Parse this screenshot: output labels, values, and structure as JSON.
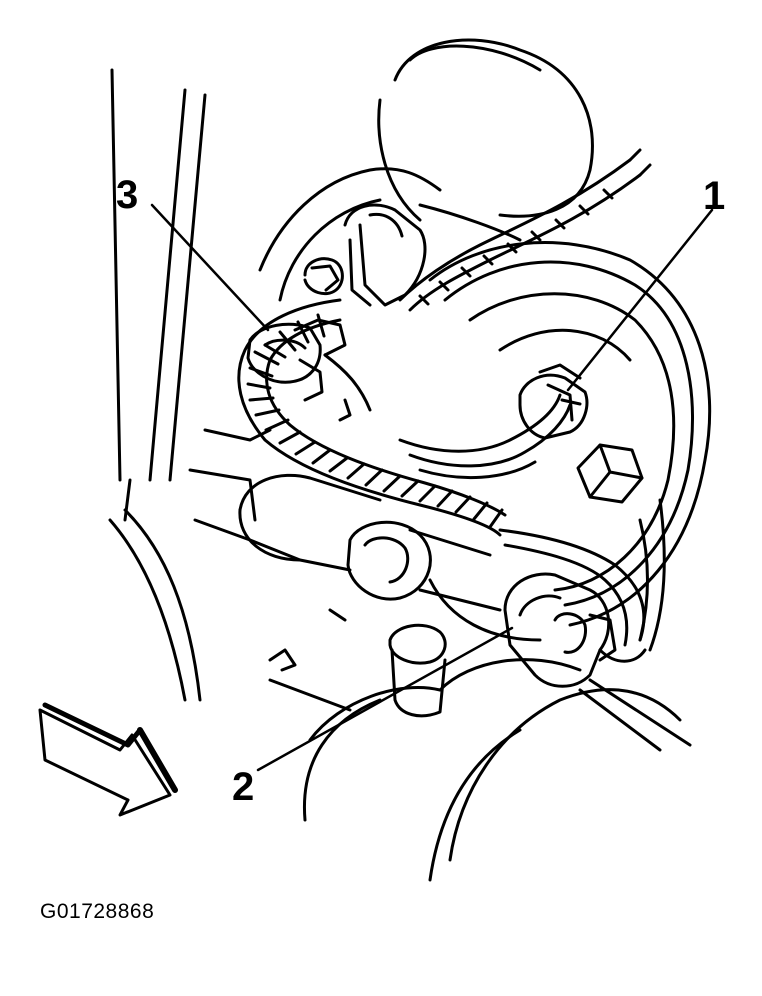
{
  "diagram": {
    "callouts": [
      {
        "id": "1",
        "label": "1"
      },
      {
        "id": "2",
        "label": "2"
      },
      {
        "id": "3",
        "label": "3"
      }
    ],
    "figure_id": "G01728868"
  },
  "colors": {
    "line": "#000000",
    "background": "#ffffff"
  }
}
